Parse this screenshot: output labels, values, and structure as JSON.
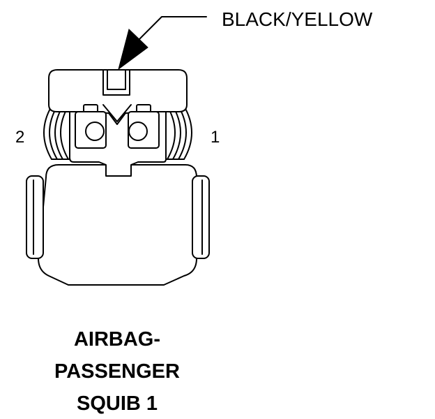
{
  "wire_color_label": "BLACK/YELLOW",
  "pins": {
    "left": "2",
    "right": "1"
  },
  "connector_title": {
    "line1": "AIRBAG-",
    "line2": "PASSENGER",
    "line3": "SQUIB 1"
  }
}
